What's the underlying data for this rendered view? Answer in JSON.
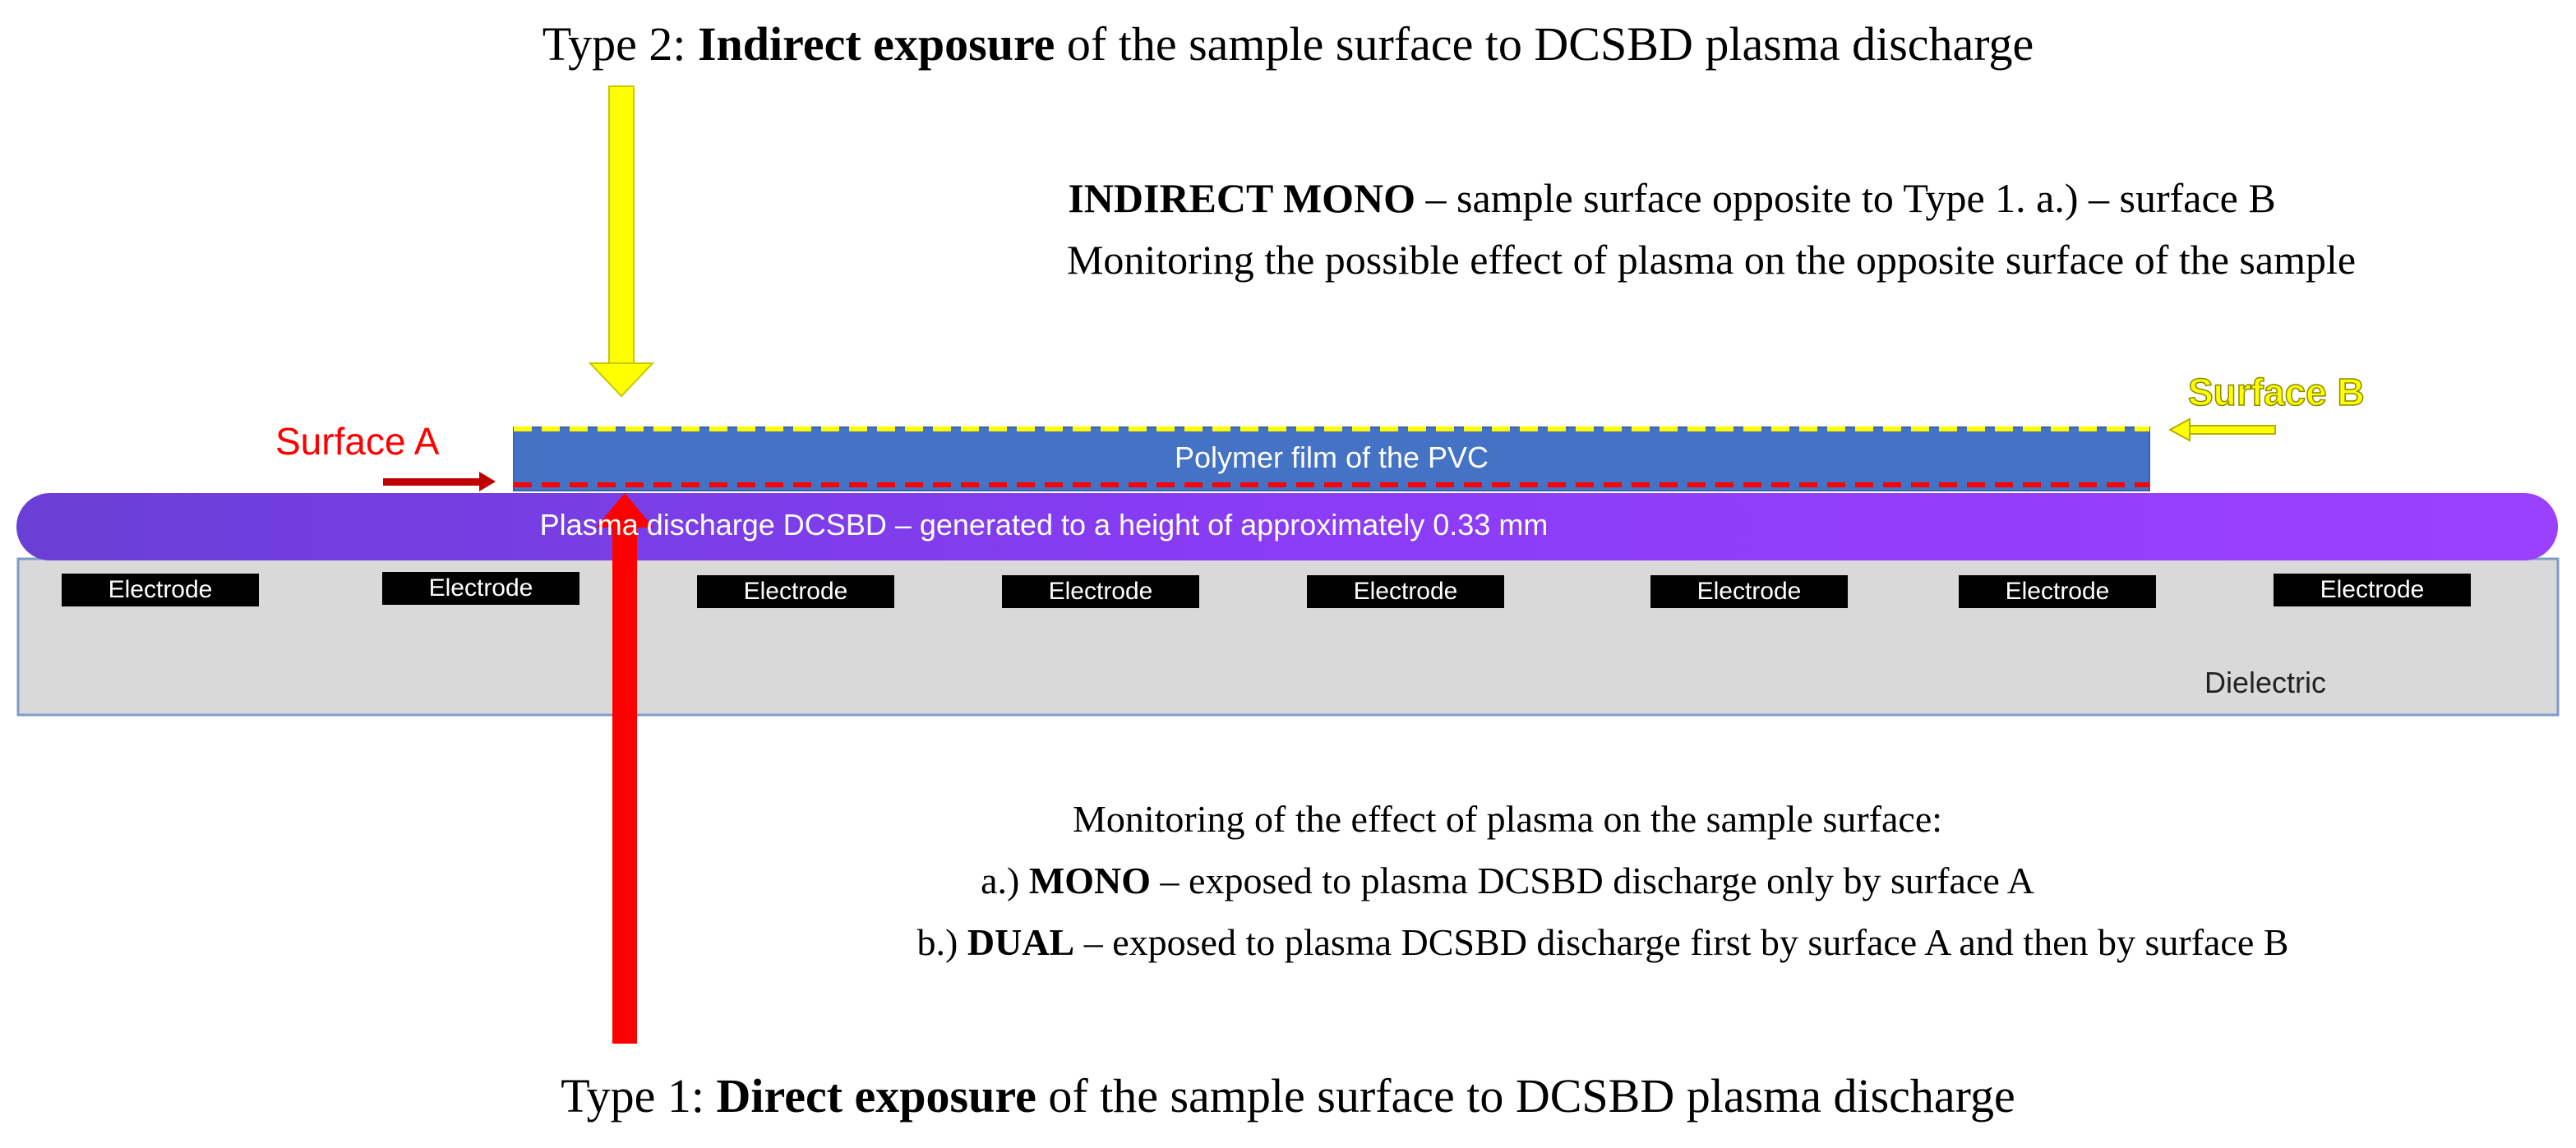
{
  "top_title": {
    "prefix": "Type 2: ",
    "bold": "Indirect exposure",
    "suffix": " of the sample surface to DCSBD plasma discharge"
  },
  "indirect_note": {
    "line1_bold": "INDIRECT MONO",
    "line1_rest": " – sample surface opposite to Type 1. a.) – surface B",
    "line2": "Monitoring the possible effect of plasma on the opposite surface of the sample"
  },
  "labels": {
    "surface_a": "Surface A",
    "surface_b": "Surface B",
    "polymer_film": "Polymer film of the PVC",
    "plasma": "Plasma discharge DCSBD – generated to a height of approximately 0.33 mm",
    "dielectric": "Dielectric",
    "electrodes": [
      "Electrode",
      "Electrode",
      "Electrode",
      "Electrode",
      "Electrode",
      "Electrode",
      "Electrode",
      "Electrode"
    ]
  },
  "direct_note": {
    "line1": "Monitoring of the effect of plasma on the sample surface:",
    "line2_prefix": "a.) ",
    "line2_bold": "MONO",
    "line2_rest": " – exposed to plasma DCSBD discharge only by surface A",
    "line3_prefix": "b.) ",
    "line3_bold": "DUAL",
    "line3_rest": " – exposed to plasma DCSBD discharge first by surface A and then by surface B"
  },
  "bottom_title": {
    "prefix": "Type 1: ",
    "bold": "Direct exposure",
    "suffix": " of the sample surface to DCSBD plasma discharge"
  },
  "colors": {
    "yellow": "#ffff00",
    "red": "#ff0000",
    "film": "#4472c4",
    "plasma": "#7d3cf0",
    "dielectric": "#d9d9d9"
  }
}
